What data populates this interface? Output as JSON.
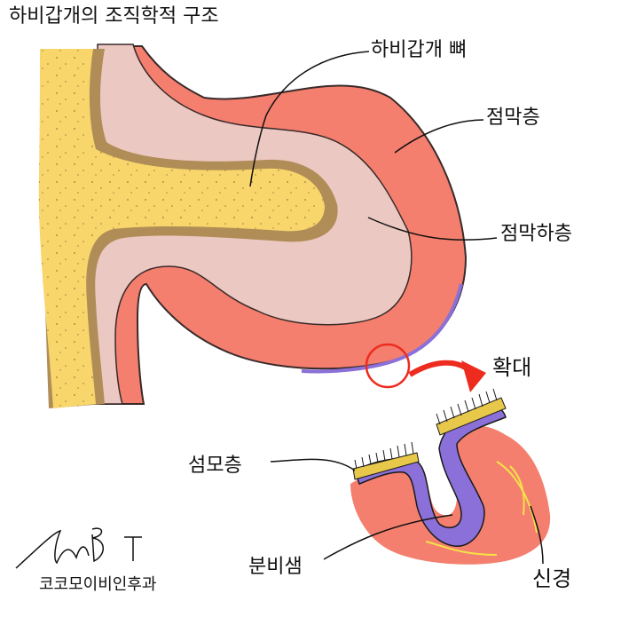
{
  "title": "하비갑개의 조직학적 구조",
  "labels": {
    "bone": "하비갑개 뼈",
    "mucosa": "점막층",
    "submucosa": "점막하층",
    "magnify": "확대",
    "ciliated": "섬모층",
    "gland": "분비샘",
    "nerve": "신경"
  },
  "signature": "Shin B. T.",
  "brand": "코코모이비인후과",
  "colors": {
    "bone": "#f8d66c",
    "bone_border": "#b08d57",
    "submucosa": "#ecc8c2",
    "mucosa": "#f47f6e",
    "epithelium": "#8a70d8",
    "cilia": "#e7c84a",
    "nerve": "#f4e24a",
    "magnify": "#ee2b1f"
  }
}
